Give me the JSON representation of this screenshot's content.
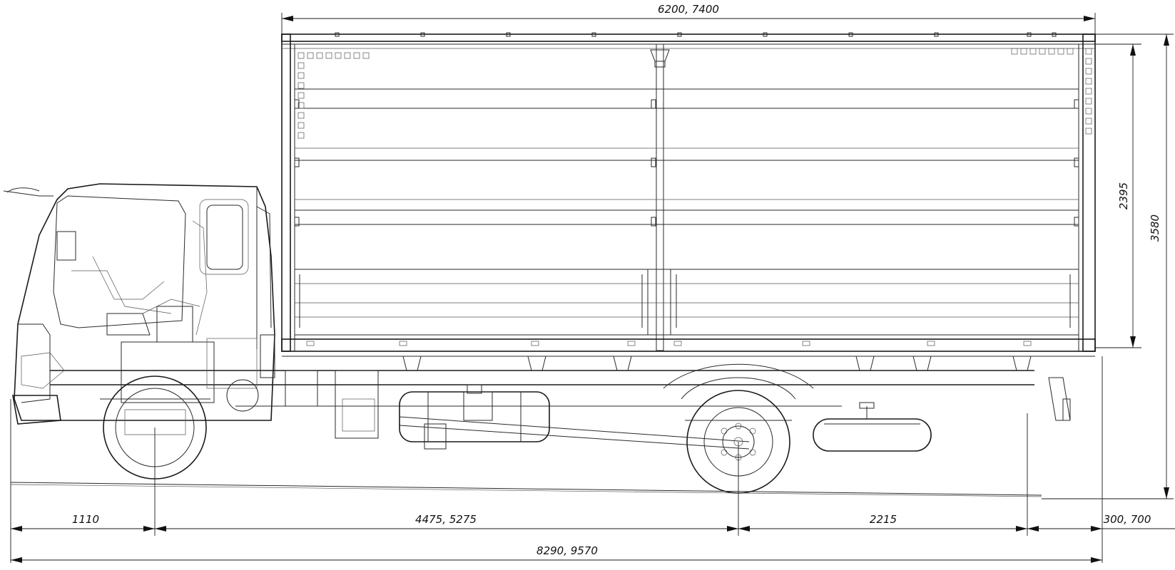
{
  "drawing": {
    "dimensions": {
      "body_length": "6200, 7400",
      "body_inner_height": "2395",
      "overall_height": "3580",
      "front_overhang": "1110",
      "wheelbase": "4475, 5275",
      "rear_overhang": "2215",
      "rear_extension": "300, 700",
      "overall_length": "8290, 9570"
    }
  }
}
